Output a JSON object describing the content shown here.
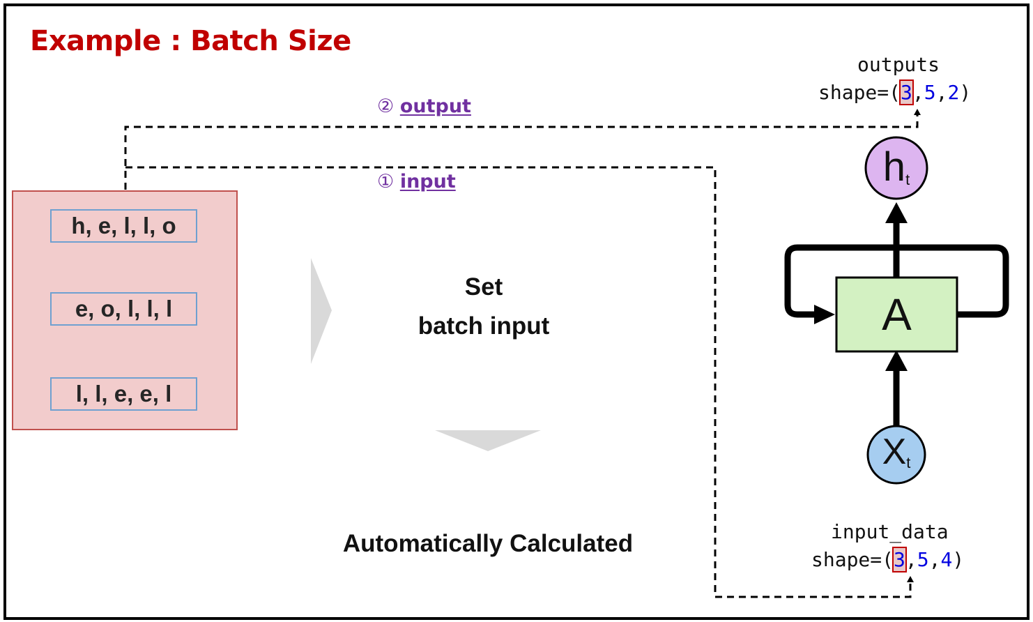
{
  "title": "Example : Batch Size",
  "steps": {
    "output": {
      "num": "②",
      "word": "output"
    },
    "input": {
      "num": "①",
      "word": "input"
    }
  },
  "sequences": [
    "h, e, l, l, o",
    "e, o, l, l, l",
    "l, l, e, e, l"
  ],
  "center": {
    "set_line1": "Set",
    "set_line2": "batch input",
    "auto": "Automatically Calculated"
  },
  "rnn": {
    "output_node": {
      "main": "h",
      "sub": "t"
    },
    "cell": "A",
    "input_node": {
      "main": "X",
      "sub": "t"
    },
    "cell_color": "#d3f1c2",
    "node_output_color": "#ddb5f0",
    "node_input_color": "#a6cdf0"
  },
  "outputs_shape": {
    "name": "outputs",
    "prefix": "shape=(",
    "batch": "3",
    "sep1": ",",
    "dim2": "5",
    "sep2": ",",
    "dim3": "2",
    "suffix": ")"
  },
  "input_shape": {
    "name": "input_data",
    "prefix": "shape=(",
    "batch": "3",
    "sep1": ",",
    "dim2": "5",
    "sep2": ",",
    "dim3": "4",
    "suffix": ")"
  },
  "colors": {
    "title": "#c00000",
    "step": "#7030a0",
    "panel_fill": "#f2cccc",
    "panel_border": "#c0504d",
    "item_border": "#6fa0d0",
    "shape_number": "#0000e0"
  }
}
